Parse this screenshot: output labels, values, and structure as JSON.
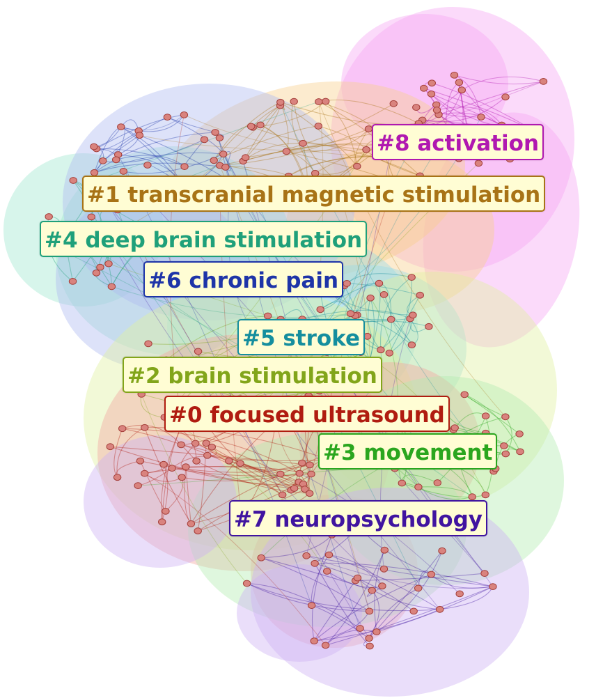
{
  "clusters": [
    {
      "id": "c0",
      "label": "#0 focused ultrasound",
      "color": "#b01c10",
      "hull": "#f4a7a0"
    },
    {
      "id": "c1",
      "label": "#1 transcranial magnetic stimulation",
      "color": "#a87316",
      "hull": "#f9cf8c"
    },
    {
      "id": "c2",
      "label": "#2 brain stimulation",
      "color": "#82a51a",
      "hull": "#dff0a0"
    },
    {
      "id": "c3",
      "label": "#3 movement",
      "color": "#2aa61e",
      "hull": "#b3ecb0"
    },
    {
      "id": "c4",
      "label": "#4 deep brain stimulation",
      "color": "#1fa07a",
      "hull": "#9fe8cf"
    },
    {
      "id": "c5",
      "label": "#5 stroke",
      "color": "#158e9e",
      "hull": "#99dce6"
    },
    {
      "id": "c6",
      "label": "#6 chronic pain",
      "color": "#1e34a8",
      "hull": "#aebbf0"
    },
    {
      "id": "c7",
      "label": "#7 neuropsychology",
      "color": "#4014a0",
      "hull": "#cdb1f2"
    },
    {
      "id": "c8",
      "label": "#8 activation",
      "color": "#b018b0",
      "hull": "#f6a8f4"
    }
  ],
  "node_color": "#d9837e",
  "node_stroke": "#a33d38"
}
